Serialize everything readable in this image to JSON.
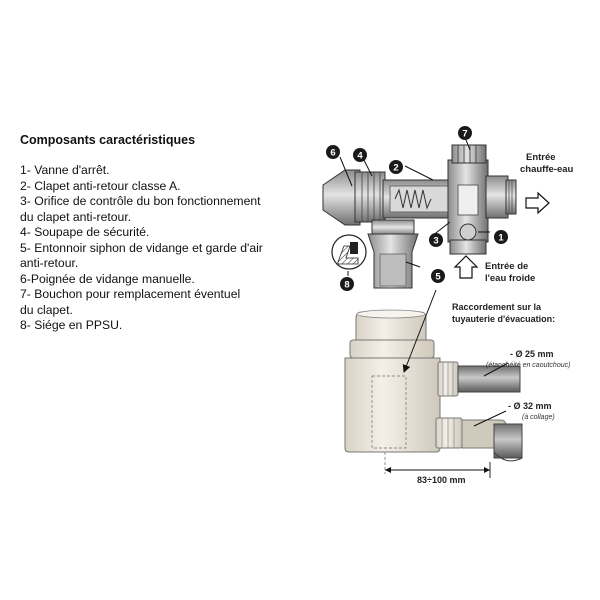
{
  "title": "Composants caractéristiques",
  "components": [
    [
      "1- Vanne d'arrêt."
    ],
    [
      "2- Clapet anti-retour classe A."
    ],
    [
      "3- Orifice de contrôle du bon fonctionnement",
      "du clapet anti-retour."
    ],
    [
      "4- Soupape de sécurité."
    ],
    [
      "5- Entonnoir siphon de vidange et garde d'air",
      "anti-retour."
    ],
    [
      "6-Poignée de vidange manuelle."
    ],
    [
      "7- Bouchon pour remplacement éventuel",
      "du clapet."
    ],
    [
      "8- Siége en PPSU."
    ]
  ],
  "diagram": {
    "callouts": [
      "1",
      "2",
      "3",
      "4",
      "5",
      "6",
      "7",
      "8"
    ],
    "inlet_hot": [
      "Entrée",
      "chauffe-eau"
    ],
    "inlet_cold": [
      "Entrée de",
      "l'eau froide"
    ],
    "drain_caption": [
      "Raccordement sur la",
      "tuyauterie d'évacuation:"
    ],
    "pipe_25": {
      "label": "- Ø 25 mm",
      "note": "(étanchéité en caoutchouc)"
    },
    "pipe_32": {
      "label": "- Ø 32 mm",
      "note": "(à collage)"
    },
    "dimension": "83÷100 mm"
  },
  "colors": {
    "callout_fill": "#1a1a1a",
    "metal": "#b5b5b5",
    "dark_metal": "#555555",
    "siphon_body": "#ece7dd",
    "pipe_gray": "#8a8a8a",
    "pipe_dark": "#666666"
  },
  "icons": {
    "hot_inlet_arrow": "outline-arrow-right-icon",
    "cold_inlet_arrow": "outline-arrow-up-icon"
  }
}
